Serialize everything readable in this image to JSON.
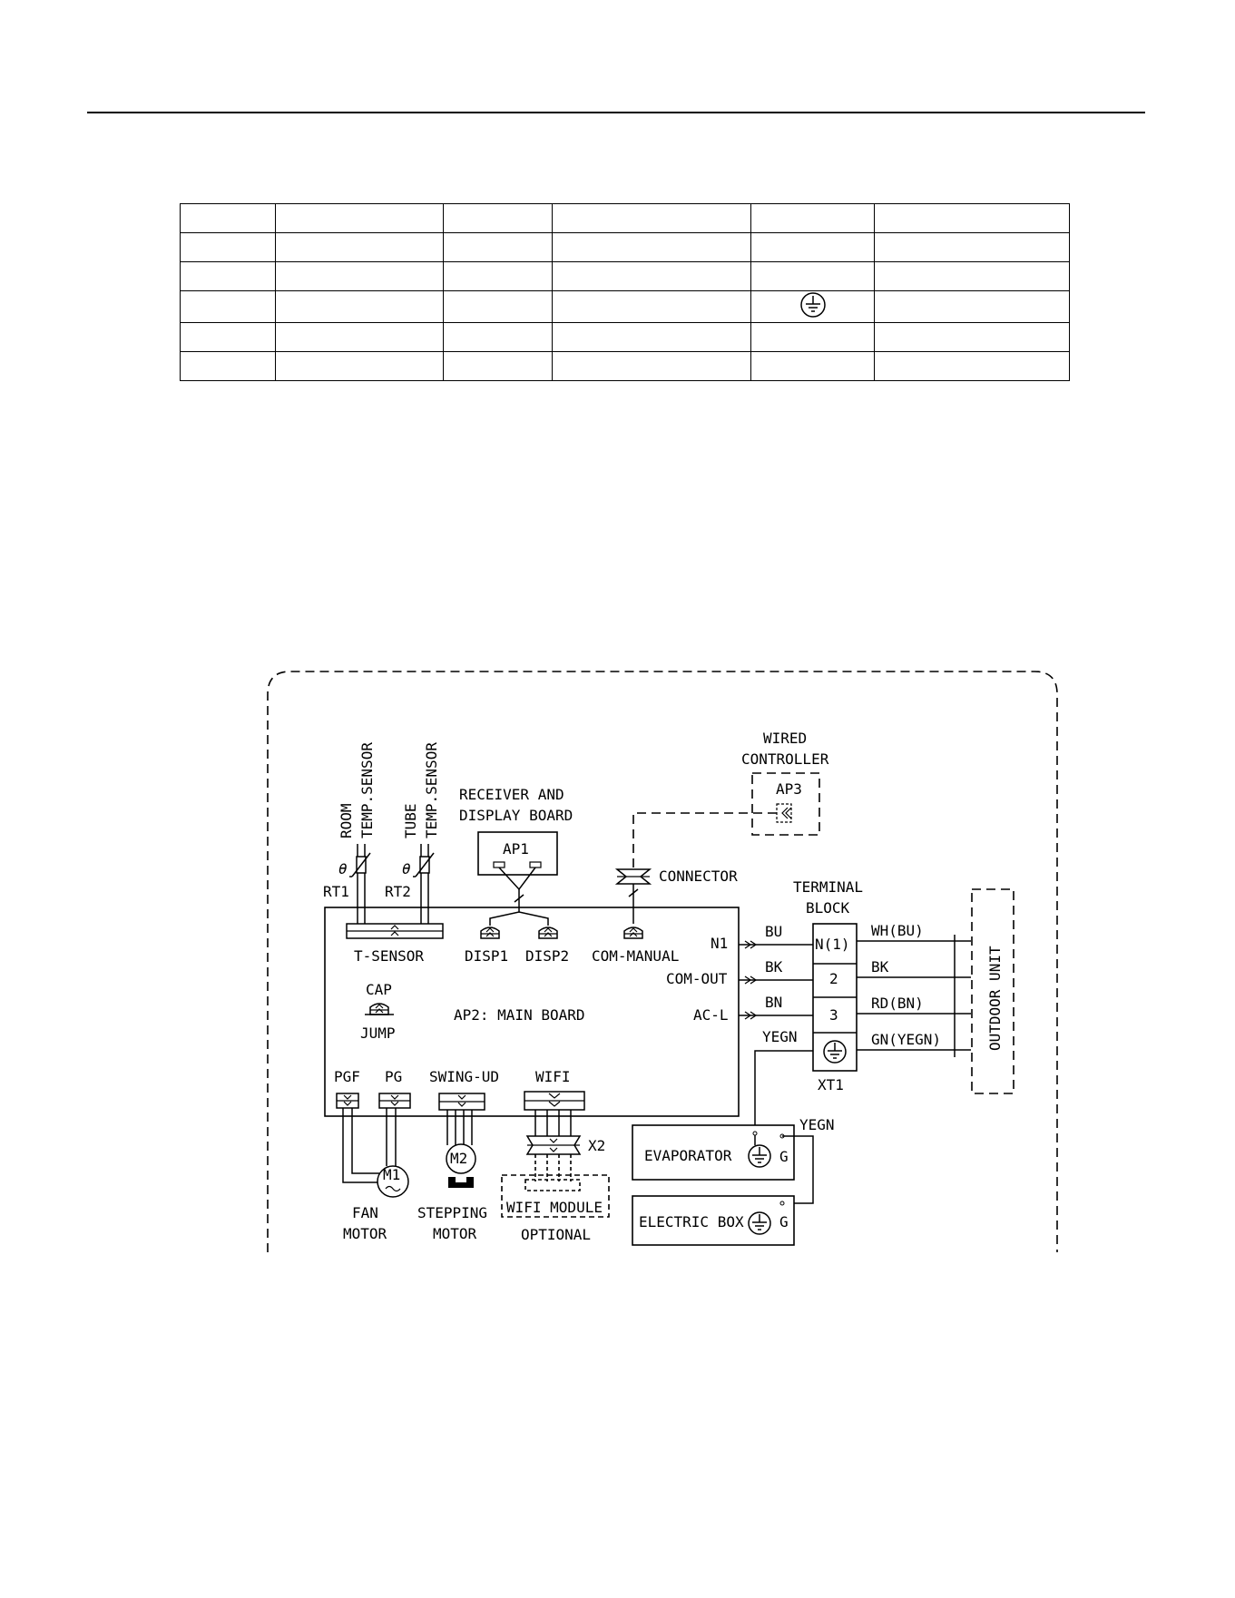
{
  "diagram": {
    "wired_controller_1": "WIRED",
    "wired_controller_2": "CONTROLLER",
    "ap3": "AP3",
    "room_sensor_1": "ROOM",
    "room_sensor_2": "TEMP.SENSOR",
    "tube_sensor_1": "TUBE",
    "tube_sensor_2": "TEMP.SENSOR",
    "receiver_1": "RECEIVER AND",
    "receiver_2": "DISPLAY BOARD",
    "ap1": "AP1",
    "connector": "CONNECTOR",
    "terminal_1": "TERMINAL",
    "terminal_2": "BLOCK",
    "rt1": "RT1",
    "rt2": "RT2",
    "t_sensor": "T-SENSOR",
    "disp1": "DISP1",
    "disp2": "DISP2",
    "com_manual": "COM-MANUAL",
    "n1": "N1",
    "com_out": "COM-OUT",
    "ac_l": "AC-L",
    "bu": "BU",
    "bk": "BK",
    "bn": "BN",
    "yegn": "YEGN",
    "tb_n1": "N(1)",
    "tb_2": "2",
    "tb_3": "3",
    "wh_bu": "WH(BU)",
    "bk_out": "BK",
    "rd_bn": "RD(BN)",
    "gn_yegn": "GN(YEGN)",
    "outdoor_unit": "OUTDOOR UNIT",
    "xt1": "XT1",
    "cap": "CAP",
    "jump": "JUMP",
    "main_board": "AP2: MAIN BOARD",
    "pgf": "PGF",
    "pg": "PG",
    "swing_ud": "SWING-UD",
    "wifi": "WIFI",
    "x2": "X2",
    "yegn_2": "YEGN",
    "evaporator": "EVAPORATOR",
    "g1": "G",
    "electric_box": "ELECTRIC BOX",
    "g2": "G",
    "m1": "M1",
    "m2": "M2",
    "fan_motor_1": "FAN",
    "fan_motor_2": "MOTOR",
    "stepping_1": "STEPPING",
    "stepping_2": "MOTOR",
    "wifi_module": "WIFI MODULE",
    "optional": "OPTIONAL"
  }
}
